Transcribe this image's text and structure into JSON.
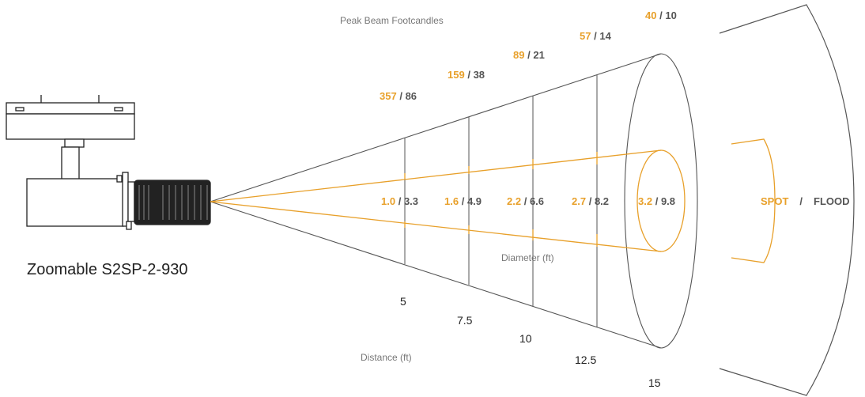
{
  "product_name": "Zoomable S2SP-2-930",
  "peak_beam_title": "Peak Beam Footcandles",
  "diameter_label": "Diameter (ft)",
  "distance_label": "Distance (ft)",
  "mode_legend": {
    "spot": "SPOT",
    "separator": "/",
    "flood": "FLOOD"
  },
  "colors": {
    "spot": "#e8a02a",
    "flood": "#555555",
    "lines": "#555555"
  },
  "footcandles": [
    {
      "spot": "357",
      "sep": "/",
      "flood": "86"
    },
    {
      "spot": "159",
      "sep": "/",
      "flood": "38"
    },
    {
      "spot": "89",
      "sep": "/",
      "flood": "21"
    },
    {
      "spot": "57",
      "sep": "/",
      "flood": "14"
    },
    {
      "spot": "40",
      "sep": "/",
      "flood": "10"
    }
  ],
  "diameters": [
    {
      "spot": "1.0",
      "sep": "/",
      "flood": "3.3"
    },
    {
      "spot": "1.6",
      "sep": "/",
      "flood": "4.9"
    },
    {
      "spot": "2.2",
      "sep": "/",
      "flood": "6.6"
    },
    {
      "spot": "2.7",
      "sep": "/",
      "flood": "8.2"
    },
    {
      "spot": "3.2",
      "sep": "/",
      "flood": "9.8"
    }
  ],
  "distances": [
    "5",
    "7.5",
    "10",
    "12.5",
    "15"
  ]
}
